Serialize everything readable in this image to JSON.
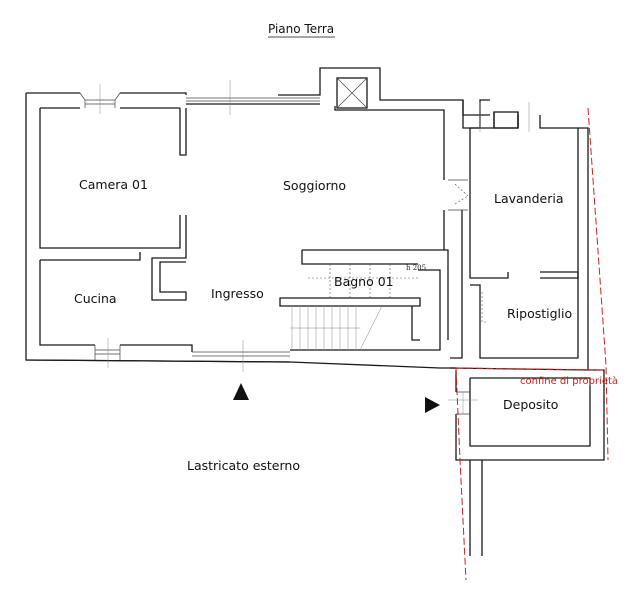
{
  "title": "Piano Terra",
  "rooms": {
    "camera": "Camera 01",
    "soggiorno": "Soggiorno",
    "lavanderia": "Lavanderia",
    "bagno": "Bagno 01",
    "ingresso": "Ingresso",
    "cucina": "Cucina",
    "ripostiglio": "Ripostiglio",
    "deposito": "Deposito"
  },
  "height_note": "h 205",
  "property_line_label": "confine di proprietà",
  "exterior_label": "Lastricato esterno",
  "colors": {
    "walls": "#1a1a1a",
    "property_line": "#d42020"
  },
  "icons": {
    "entrance_main": "triangle-up-arrow",
    "entrance_side": "triangle-right-arrow"
  }
}
